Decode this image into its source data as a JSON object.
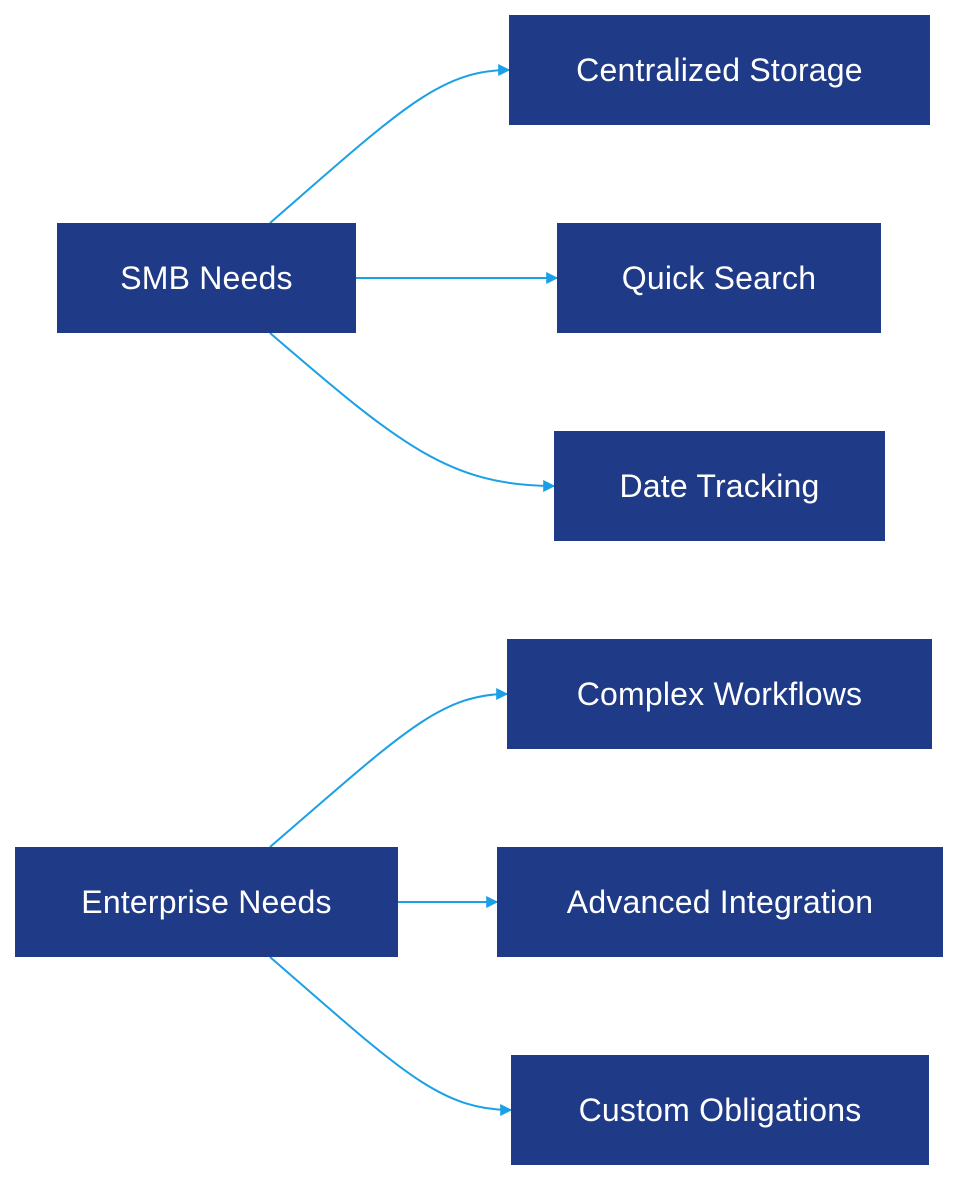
{
  "colors": {
    "node_fill": "#1f3a87",
    "node_text": "#ffffff",
    "edge": "#1aa0e6"
  },
  "groups": [
    {
      "source": {
        "id": "smb",
        "label": "SMB Needs"
      },
      "targets": [
        {
          "id": "centralized-storage",
          "label": "Centralized Storage"
        },
        {
          "id": "quick-search",
          "label": "Quick Search"
        },
        {
          "id": "date-tracking",
          "label": "Date Tracking"
        }
      ]
    },
    {
      "source": {
        "id": "enterprise",
        "label": "Enterprise Needs"
      },
      "targets": [
        {
          "id": "complex-workflows",
          "label": "Complex Workflows"
        },
        {
          "id": "advanced-integration",
          "label": "Advanced Integration"
        },
        {
          "id": "custom-obligations",
          "label": "Custom Obligations"
        }
      ]
    }
  ]
}
